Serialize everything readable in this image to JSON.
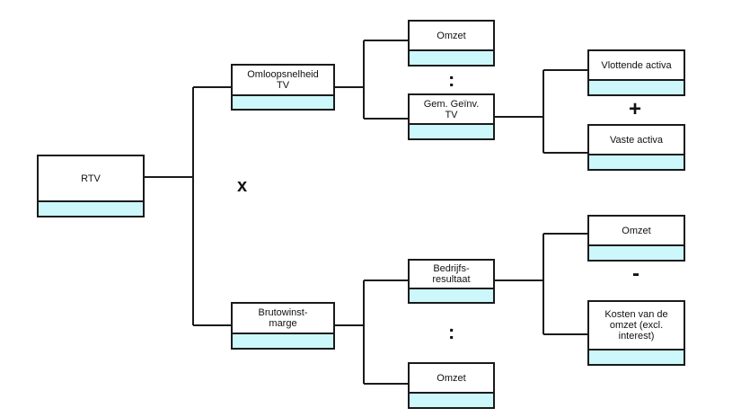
{
  "nodes": {
    "rtv": "RTV",
    "omloopsnelheid": "Omloopsnelheid\nTV",
    "brutowinstmarge": "Brutowinst-\nmarge",
    "omzet_top": "Omzet",
    "gem_geinv": "Gem. Geïnv.\nTV",
    "vlottende": "Vlottende activa",
    "vaste": "Vaste activa",
    "bedrijfsresultaat": "Bedrijfs-\nresultaat",
    "omzet_bottom": "Omzet",
    "omzet_right": "Omzet",
    "kosten": "Kosten van de\nomzet (excl.\ninterest)"
  },
  "operators": {
    "multiply": "x",
    "divide_top": ":",
    "plus": "+",
    "divide_bottom": ":",
    "minus": "-"
  },
  "colors": {
    "value_fill": "#ccf7fb",
    "line": "#1a1a1a"
  }
}
